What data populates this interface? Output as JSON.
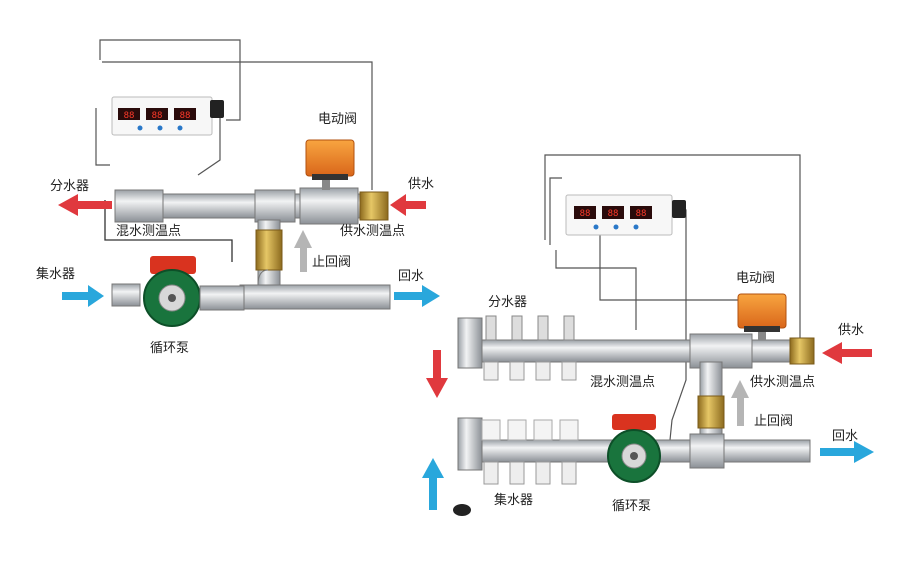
{
  "left": {
    "fenshuiqi": "分水器",
    "gongshui": "供水",
    "dianfa": "电动阀",
    "hunshui": "混水测温点",
    "gongshui_temp": "供水测温点",
    "zhihuifa": "止回阀",
    "jishuiqi": "集水器",
    "huishui": "回水",
    "pump": "循环泵",
    "display": [
      "88",
      "88",
      "88"
    ]
  },
  "right": {
    "fenshuiqi": "分水器",
    "dianfa": "电动阀",
    "gongshui": "供水",
    "hunshui": "混水测温点",
    "gongshui_temp": "供水测温点",
    "zhihuifa": "止回阀",
    "huishui": "回水",
    "jishuiqi": "集水器",
    "pump": "循环泵",
    "display": [
      "88",
      "88",
      "88"
    ]
  },
  "colors": {
    "supply_arrow": "#e0393e",
    "return_arrow": "#29a7dc",
    "valve_orange": "#f08a24",
    "pipe_steel": "#c9ccd0",
    "pump_green": "#1e8a4a",
    "brass": "#c9a23a"
  }
}
